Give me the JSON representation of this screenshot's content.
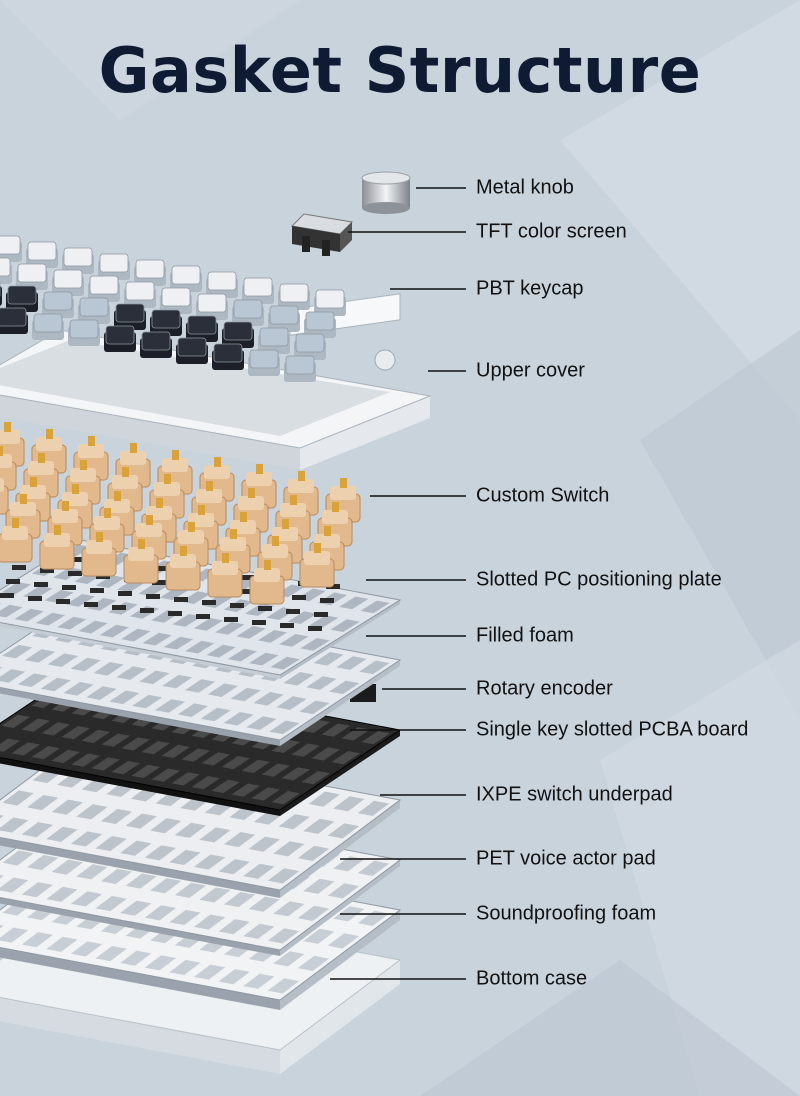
{
  "title": "Gasket Structure",
  "colors": {
    "background": "#c9d3dc",
    "title": "#0f1a33",
    "leader_line": "#111111",
    "keycap_white": "#eef0f3",
    "keycap_light_blue": "#b9c6d3",
    "keycap_dark": "#2b2f3a",
    "switch_body": "#e2b98c",
    "switch_stem": "#d9a23a",
    "pcb": "#2a2a2a",
    "frame_white": "#f4f5f7"
  },
  "components": [
    {
      "label": "Metal knob",
      "icon": "metal-knob"
    },
    {
      "label": "TFT color screen",
      "icon": "tft-screen"
    },
    {
      "label": "PBT keycap",
      "icon": "keycaps"
    },
    {
      "label": "Upper cover",
      "icon": "upper-cover"
    },
    {
      "label": "Custom Switch",
      "icon": "switches"
    },
    {
      "label": "Slotted PC positioning plate",
      "icon": "positioning-plate"
    },
    {
      "label": "Filled foam",
      "icon": "foam"
    },
    {
      "label": "Rotary encoder",
      "icon": "rotary-encoder"
    },
    {
      "label": "Single key slotted PCBA board",
      "icon": "pcb-board"
    },
    {
      "label": "IXPE switch underpad",
      "icon": "underpad"
    },
    {
      "label": "PET voice actor pad",
      "icon": "pet-pad"
    },
    {
      "label": "Soundproofing foam",
      "icon": "soundproofing-foam"
    },
    {
      "label": "Bottom case",
      "icon": "bottom-case"
    }
  ]
}
